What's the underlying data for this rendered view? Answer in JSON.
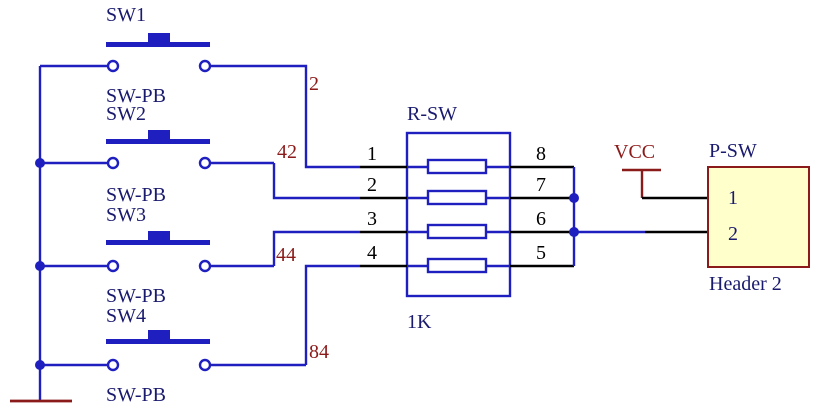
{
  "switches": [
    {
      "ref": "SW1",
      "type": "SW-PB"
    },
    {
      "ref": "SW2",
      "type": "SW-PB"
    },
    {
      "ref": "SW3",
      "type": "SW-PB"
    },
    {
      "ref": "SW4",
      "type": "SW-PB"
    }
  ],
  "nets": [
    "2",
    "42",
    "44",
    "84"
  ],
  "resistor_network": {
    "ref": "R-SW",
    "value": "1K",
    "pins_left": [
      "1",
      "2",
      "3",
      "4"
    ],
    "pins_right": [
      "8",
      "7",
      "6",
      "5"
    ]
  },
  "power": {
    "name": "VCC"
  },
  "header": {
    "ref": "P-SW",
    "name": "Header 2",
    "pins": [
      "1",
      "2"
    ]
  },
  "colors": {
    "wire": "#1f1fbf",
    "lead": "#000000",
    "net_label": "#8b1a1a",
    "component_fill": "#ffffcc"
  }
}
